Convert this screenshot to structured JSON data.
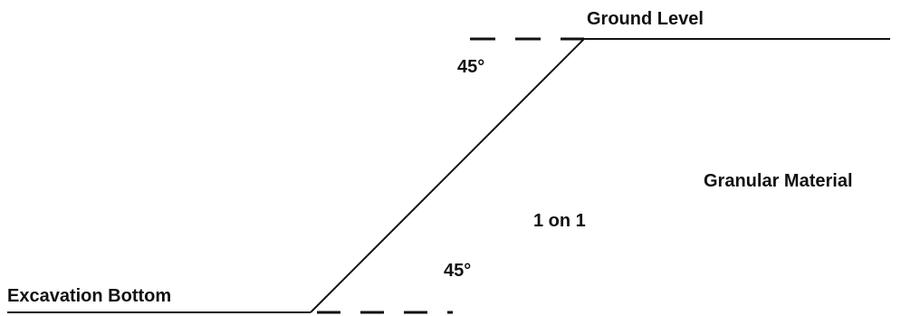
{
  "labels": {
    "ground_level": "Ground Level",
    "granular_material": "Granular Material",
    "slope_ratio": "1 on 1",
    "angle_top": "45°",
    "angle_bottom": "45°",
    "excavation_bottom": "Excavation Bottom"
  },
  "colors": {
    "line": "#111111",
    "text": "#111111",
    "background": "#ffffff"
  }
}
